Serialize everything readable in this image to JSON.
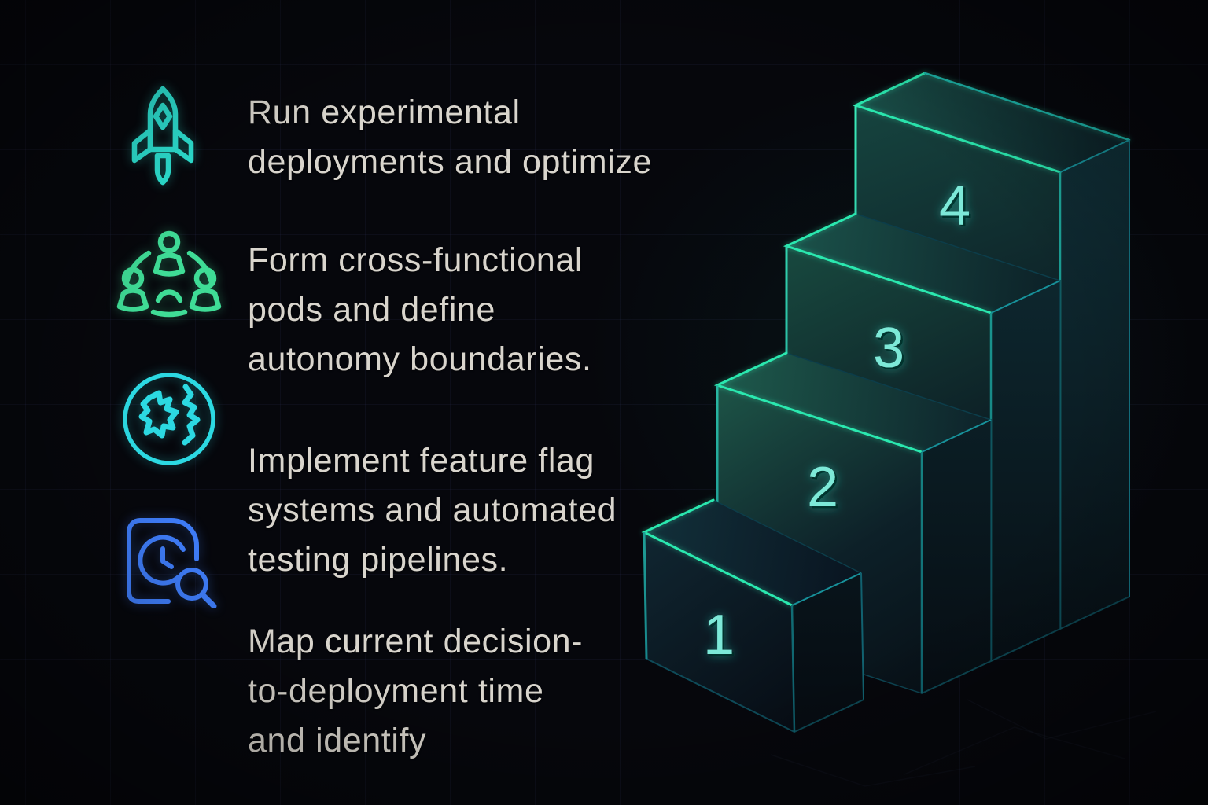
{
  "canvas": {
    "background": "#06070c",
    "grid_color": "#5f69c3",
    "text_color": "#d9d5cd"
  },
  "checklist": {
    "items": [
      {
        "icon": "rocket-icon",
        "icon_color": "#2ee6d6",
        "lines": [
          "Run experimental",
          "deployments and optimize"
        ]
      },
      {
        "icon": "team-network-icon",
        "icon_color": "#3fdc96",
        "lines": [
          "Form cross-functional",
          "pods and define",
          "autonomy boundaries."
        ]
      },
      {
        "icon": "globe-icon",
        "icon_color": "#2cd9e2",
        "lines": [
          "Implement feature flag",
          "systems and automated",
          "testing pipelines."
        ]
      },
      {
        "icon": "document-clock-search-icon",
        "icon_color": "#3e7bf5",
        "lines": [
          "Map current decision-",
          "to-deployment time",
          "and identify"
        ]
      }
    ]
  },
  "stairs": {
    "description": "isometric-staircase-4-steps",
    "steps": [
      {
        "label": "1"
      },
      {
        "label": "2"
      },
      {
        "label": "3"
      },
      {
        "label": "4"
      }
    ],
    "number_color": "#7de9d8",
    "edge_bright_color": "#2be8af",
    "edge_dark_color": "#0e5765"
  }
}
